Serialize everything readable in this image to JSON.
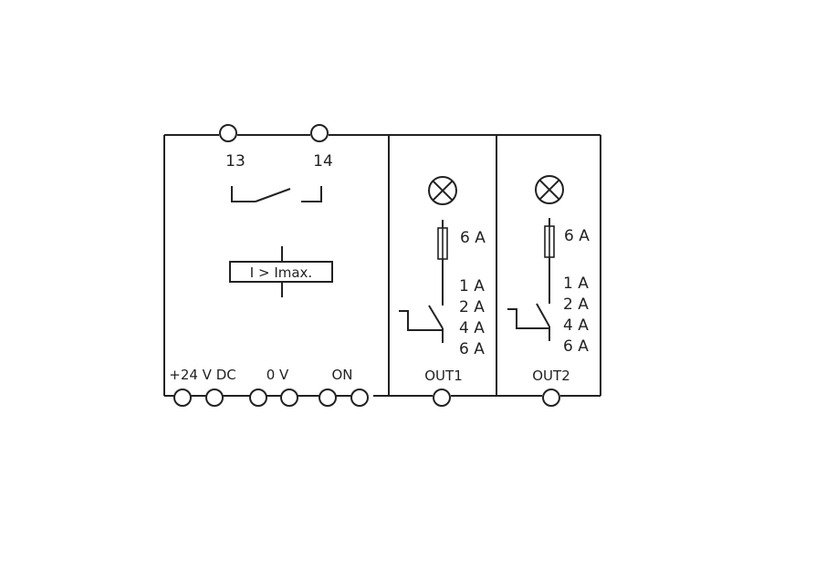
{
  "diagram": {
    "contact_terminals": [
      "13",
      "14"
    ],
    "trip_label": "I > Imax.",
    "supply_terminals": [
      "+24 V DC",
      "0 V",
      "ON"
    ],
    "channels": [
      {
        "name": "OUT1",
        "fuse_rating": "6 A",
        "current_settings": [
          "1 A",
          "2 A",
          "4 A",
          "6 A"
        ]
      },
      {
        "name": "OUT2",
        "fuse_rating": "6 A",
        "current_settings": [
          "1 A",
          "2 A",
          "4 A",
          "6 A"
        ]
      }
    ]
  }
}
